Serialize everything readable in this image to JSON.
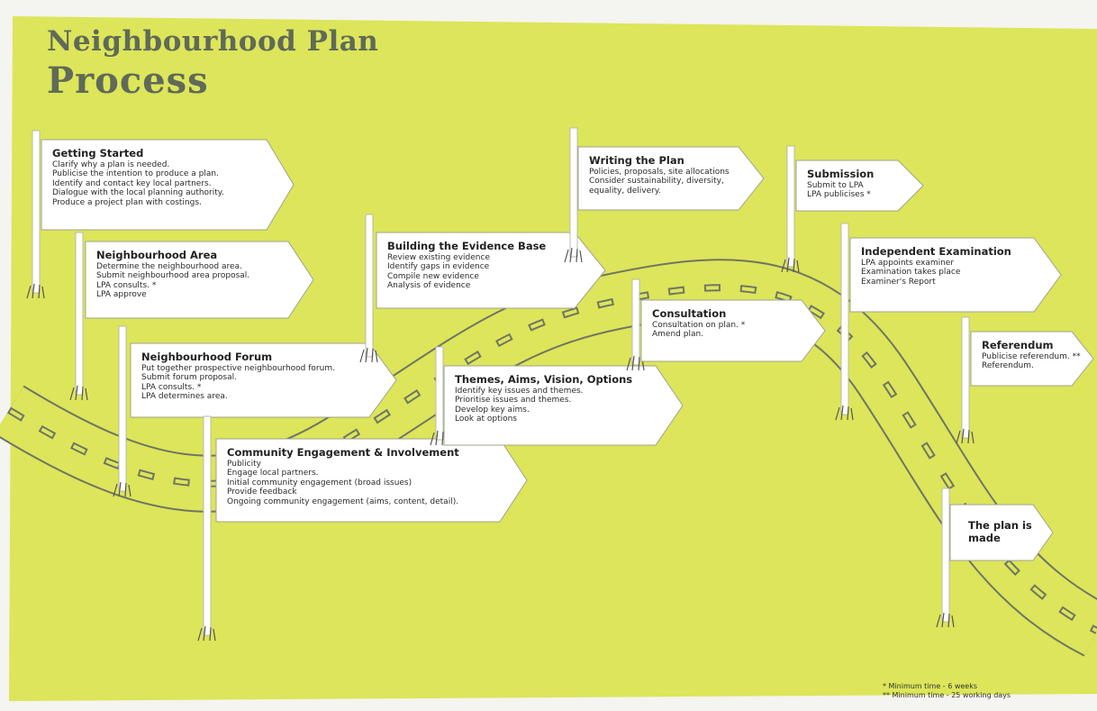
{
  "title": {
    "line1": "Neighbourhood Plan",
    "line2": "Process"
  },
  "colors": {
    "background": "#dde55a",
    "sign": "#ffffff",
    "text": "#222222",
    "road": "#707565"
  },
  "stages": [
    {
      "id": "getting-started",
      "heading": "Getting Started",
      "lines": [
        "Clarify why a plan is needed.",
        "Publicise the intention to produce a plan.",
        "Identify and contact key local partners.",
        "Dialogue with the local planning authority.",
        "Produce a project plan with costings."
      ]
    },
    {
      "id": "neighbourhood-area",
      "heading": "Neighbourhood Area",
      "lines": [
        "Determine the neighbourhood area.",
        "Submit neighbourhood area proposal.",
        "LPA consults. *",
        "LPA approve"
      ]
    },
    {
      "id": "neighbourhood-forum",
      "heading": "Neighbourhood Forum",
      "lines": [
        "Put together prospective neighbourhood forum.",
        "Submit forum proposal.",
        "LPA consults. *",
        "LPA determines area."
      ]
    },
    {
      "id": "community-engagement",
      "heading": "Community Engagement & Involvement",
      "lines": [
        "Publicity",
        "Engage local partners.",
        "Initial community engagement (broad issues)",
        "Provide feedback",
        "Ongoing community engagement (aims, content, detail)."
      ]
    },
    {
      "id": "evidence-base",
      "heading": "Building the Evidence Base",
      "lines": [
        "Review existing evidence",
        "Identify gaps in evidence",
        "Compile new evidence",
        "Analysis of evidence"
      ]
    },
    {
      "id": "themes",
      "heading": "Themes, Aims, Vision, Options",
      "lines": [
        "Identify key issues and themes.",
        "Prioritise issues and themes.",
        "Develop key aims.",
        "Look at options"
      ]
    },
    {
      "id": "writing",
      "heading": "Writing the Plan",
      "lines": [
        "Policies, proposals, site allocations",
        "Consider sustainability, diversity,",
        "equality, delivery."
      ]
    },
    {
      "id": "consultation",
      "heading": "Consultation",
      "lines": [
        "Consultation on plan. *",
        "Amend plan."
      ]
    },
    {
      "id": "submission",
      "heading": "Submission",
      "lines": [
        "Submit to LPA",
        "LPA publicises *"
      ]
    },
    {
      "id": "examination",
      "heading": "Independent Examination",
      "lines": [
        "LPA appoints examiner",
        "Examination takes place",
        "Examiner's Report"
      ]
    },
    {
      "id": "referendum",
      "heading": "Referendum",
      "lines": [
        "Publicise referendum. **",
        "Referendum."
      ]
    },
    {
      "id": "plan-made",
      "heading": "The plan is made",
      "lines": []
    }
  ],
  "notes": [
    "* Minimum time - 6 weeks",
    "** Minimum time - 25 working days"
  ]
}
